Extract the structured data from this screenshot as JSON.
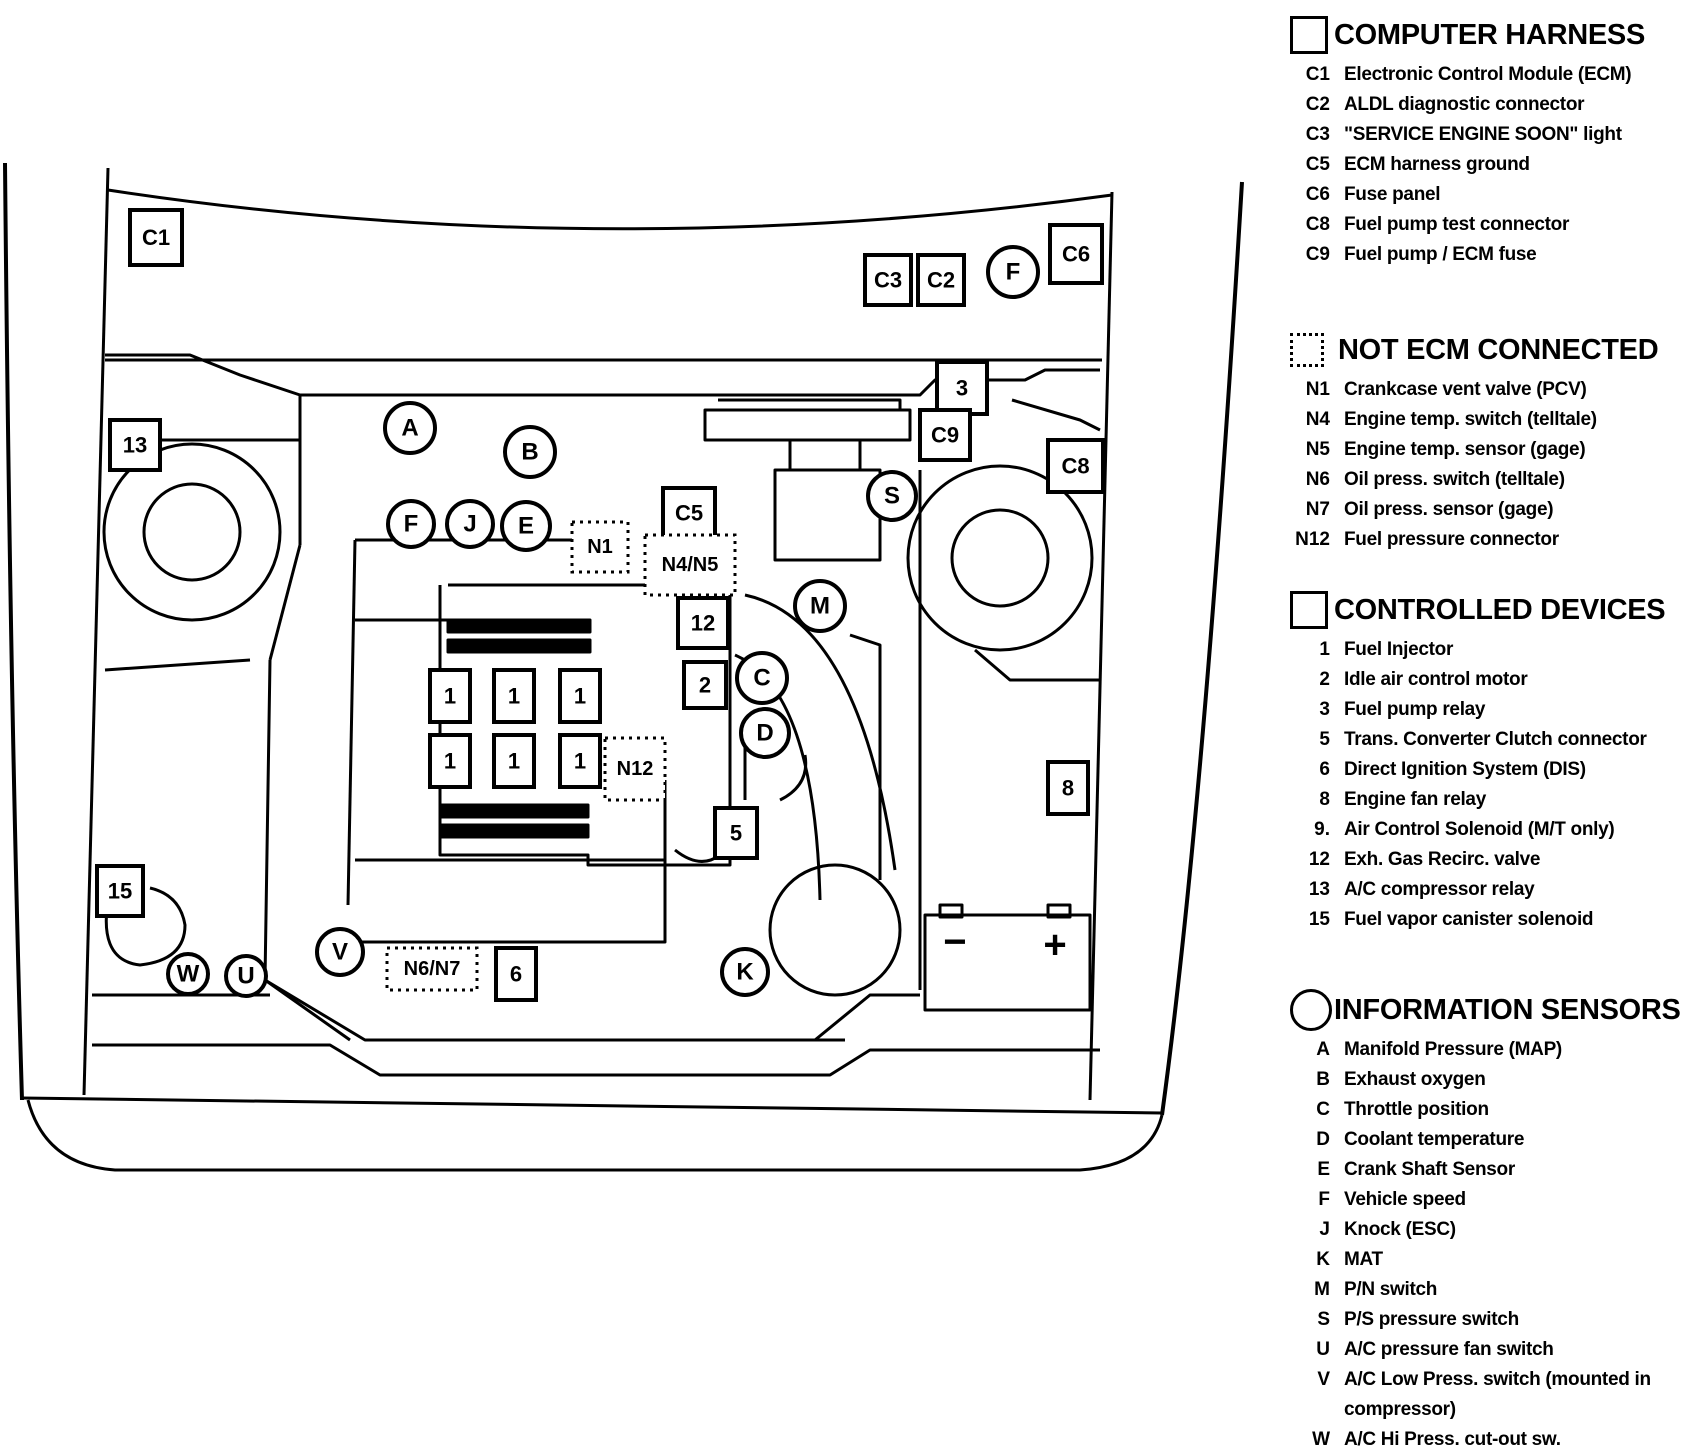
{
  "diagram": {
    "boxes": [
      {
        "id": "C1",
        "label": "C1"
      },
      {
        "id": "C3",
        "label": "C3"
      },
      {
        "id": "C2",
        "label": "C2"
      },
      {
        "id": "C6",
        "label": "C6"
      },
      {
        "id": "3",
        "label": "3"
      },
      {
        "id": "C9",
        "label": "C9"
      },
      {
        "id": "C8",
        "label": "C8"
      },
      {
        "id": "13",
        "label": "13"
      },
      {
        "id": "C5",
        "label": "C5"
      },
      {
        "id": "12",
        "label": "12"
      },
      {
        "id": "2",
        "label": "2"
      },
      {
        "id": "inj1",
        "label": "1"
      },
      {
        "id": "inj2",
        "label": "1"
      },
      {
        "id": "inj3",
        "label": "1"
      },
      {
        "id": "inj4",
        "label": "1"
      },
      {
        "id": "inj5",
        "label": "1"
      },
      {
        "id": "inj6",
        "label": "1"
      },
      {
        "id": "5",
        "label": "5"
      },
      {
        "id": "8",
        "label": "8"
      },
      {
        "id": "15",
        "label": "15"
      },
      {
        "id": "6",
        "label": "6"
      }
    ],
    "dashed": [
      {
        "id": "N1",
        "label": "N1"
      },
      {
        "id": "N4N5",
        "label": "N4/N5"
      },
      {
        "id": "N12",
        "label": "N12"
      },
      {
        "id": "N6N7",
        "label": "N6/N7"
      }
    ],
    "circles": [
      {
        "id": "A",
        "label": "A"
      },
      {
        "id": "B",
        "label": "B"
      },
      {
        "id": "F1",
        "label": "F"
      },
      {
        "id": "J",
        "label": "J"
      },
      {
        "id": "E",
        "label": "E"
      },
      {
        "id": "F2",
        "label": "F"
      },
      {
        "id": "S",
        "label": "S"
      },
      {
        "id": "M",
        "label": "M"
      },
      {
        "id": "C",
        "label": "C"
      },
      {
        "id": "D",
        "label": "D"
      },
      {
        "id": "K",
        "label": "K"
      },
      {
        "id": "V",
        "label": "V"
      },
      {
        "id": "W",
        "label": "W"
      },
      {
        "id": "U",
        "label": "U"
      }
    ],
    "battery": {
      "minus": "−",
      "plus": "+"
    }
  },
  "legend": {
    "computer_harness": {
      "title": "COMPUTER HARNESS",
      "items": [
        {
          "code": "C1",
          "text": "Electronic Control Module (ECM)"
        },
        {
          "code": "C2",
          "text": "ALDL diagnostic connector"
        },
        {
          "code": "C3",
          "text": "\"SERVICE ENGINE SOON\" light"
        },
        {
          "code": "C5",
          "text": "ECM harness ground"
        },
        {
          "code": "C6",
          "text": "Fuse panel"
        },
        {
          "code": "C8",
          "text": "Fuel pump test connector"
        },
        {
          "code": "C9",
          "text": "Fuel pump / ECM fuse"
        }
      ]
    },
    "not_ecm": {
      "title": "NOT ECM CONNECTED",
      "items": [
        {
          "code": "N1",
          "text": "Crankcase vent valve (PCV)"
        },
        {
          "code": "N4",
          "text": "Engine temp. switch (telltale)"
        },
        {
          "code": "N5",
          "text": "Engine temp. sensor (gage)"
        },
        {
          "code": "N6",
          "text": "Oil press. switch (telltale)"
        },
        {
          "code": "N7",
          "text": "Oil press. sensor (gage)"
        },
        {
          "code": "N12",
          "text": "Fuel pressure connector"
        }
      ]
    },
    "controlled": {
      "title": "CONTROLLED DEVICES",
      "items": [
        {
          "code": "1",
          "text": "Fuel Injector"
        },
        {
          "code": "2",
          "text": "Idle air control motor"
        },
        {
          "code": "3",
          "text": "Fuel pump relay"
        },
        {
          "code": "5",
          "text": "Trans. Converter Clutch connector"
        },
        {
          "code": "6",
          "text": "Direct Ignition System (DIS)"
        },
        {
          "code": "8",
          "text": "Engine fan relay"
        },
        {
          "code": "9.",
          "text": "Air Control Solenoid (M/T only)"
        },
        {
          "code": "12",
          "text": "Exh. Gas Recirc. valve"
        },
        {
          "code": "13",
          "text": "A/C compressor relay"
        },
        {
          "code": "15",
          "text": "Fuel vapor canister solenoid"
        }
      ]
    },
    "sensors": {
      "title": "INFORMATION SENSORS",
      "items": [
        {
          "code": "A",
          "text": "Manifold Pressure (MAP)"
        },
        {
          "code": "B",
          "text": "Exhaust oxygen"
        },
        {
          "code": "C",
          "text": "Throttle position"
        },
        {
          "code": "D",
          "text": "Coolant temperature"
        },
        {
          "code": "E",
          "text": "Crank Shaft Sensor"
        },
        {
          "code": "F",
          "text": "Vehicle speed"
        },
        {
          "code": "J",
          "text": "Knock (ESC)"
        },
        {
          "code": "K",
          "text": "MAT"
        },
        {
          "code": "M",
          "text": "P/N switch"
        },
        {
          "code": "S",
          "text": "P/S pressure switch"
        },
        {
          "code": "U",
          "text": "A/C pressure fan switch"
        },
        {
          "code": "V",
          "text": "A/C Low Press. switch (mounted in compressor)"
        },
        {
          "code": "W",
          "text": "A/C Hi Press. cut-out sw."
        }
      ]
    }
  }
}
